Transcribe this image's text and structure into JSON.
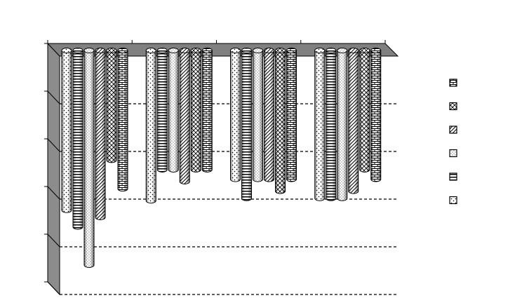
{
  "chart_data": {
    "type": "bar",
    "style": "3d-cylinder",
    "orientation": "downward-from-top",
    "title": "",
    "xlabel": "",
    "ylabel": "",
    "grid": true,
    "legend_position": "right",
    "categories": [
      "",
      "",
      "",
      ""
    ],
    "ylim": [
      0,
      5
    ],
    "series": [
      {
        "pattern": "dots-sparse",
        "values": [
          3.35,
          3.15,
          2.7,
          3.1
        ]
      },
      {
        "pattern": "h-stripes",
        "values": [
          3.7,
          2.5,
          3.1,
          3.1
        ]
      },
      {
        "pattern": "dots-fine",
        "values": [
          4.5,
          2.5,
          2.7,
          3.1
        ]
      },
      {
        "pattern": "diag-stripes",
        "values": [
          3.5,
          2.75,
          2.7,
          2.95
        ]
      },
      {
        "pattern": "cross-hatch",
        "values": [
          2.3,
          2.5,
          2.95,
          2.5
        ]
      },
      {
        "pattern": "brick",
        "values": [
          2.9,
          2.5,
          2.7,
          2.7
        ]
      }
    ]
  },
  "legend": {
    "items": [
      {
        "pattern": "brick"
      },
      {
        "pattern": "cross-hatch"
      },
      {
        "pattern": "diag-stripes"
      },
      {
        "pattern": "dots-fine"
      },
      {
        "pattern": "h-stripes"
      },
      {
        "pattern": "dots-sparse"
      }
    ]
  }
}
